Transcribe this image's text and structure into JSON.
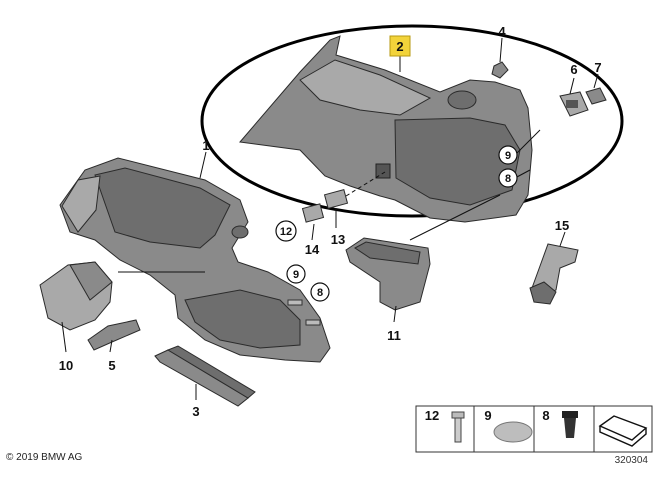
{
  "callouts": {
    "c2": "2",
    "c4": "4",
    "c6": "6",
    "c7": "7",
    "c9a": "9",
    "c8a": "8",
    "c1": "1",
    "c12": "12",
    "c14": "14",
    "c13": "13",
    "c9b": "9",
    "c8b": "8",
    "c15": "15",
    "c11": "11",
    "c10": "10",
    "c5": "5",
    "c3": "3"
  },
  "legend": {
    "l12": "12",
    "l9": "9",
    "l8": "8"
  },
  "footer": {
    "copyright": "© 2019 BMW AG",
    "image_number": "320304"
  },
  "colors": {
    "highlight": "#f2d33a",
    "part": "#7a7a7a",
    "line": "#111111"
  }
}
